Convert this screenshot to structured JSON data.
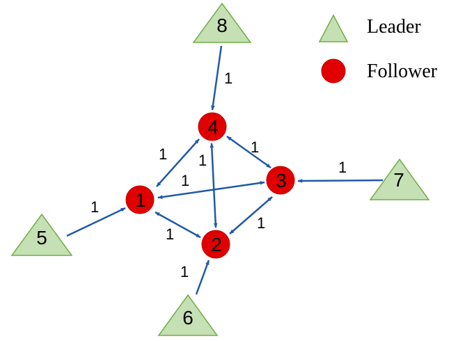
{
  "colors": {
    "leader_fill": "#c5e0b4",
    "leader_stroke": "#70ad47",
    "follower_fill": "#e00000",
    "follower_stroke": "#c00000",
    "edge": "#1f5aa6"
  },
  "legend": {
    "leader_label": "Leader",
    "follower_label": "Follower"
  },
  "nodes": {
    "n1": {
      "label": "1",
      "role": "follower"
    },
    "n2": {
      "label": "2",
      "role": "follower"
    },
    "n3": {
      "label": "3",
      "role": "follower"
    },
    "n4": {
      "label": "4",
      "role": "follower"
    },
    "n5": {
      "label": "5",
      "role": "leader"
    },
    "n6": {
      "label": "6",
      "role": "leader"
    },
    "n7": {
      "label": "7",
      "role": "leader"
    },
    "n8": {
      "label": "8",
      "role": "leader"
    }
  },
  "edges": [
    {
      "id": "e8-4",
      "from": "8",
      "to": "4",
      "direction": "directed",
      "weight": "1"
    },
    {
      "id": "e7-3",
      "from": "7",
      "to": "3",
      "direction": "directed",
      "weight": "1"
    },
    {
      "id": "e5-1",
      "from": "5",
      "to": "1",
      "direction": "directed",
      "weight": "1"
    },
    {
      "id": "e6-2",
      "from": "6",
      "to": "2",
      "direction": "directed",
      "weight": "1"
    },
    {
      "id": "e1-4",
      "from": "1",
      "to": "4",
      "direction": "bidirectional",
      "weight": "1"
    },
    {
      "id": "e4-3",
      "from": "4",
      "to": "3",
      "direction": "bidirectional",
      "weight": "1"
    },
    {
      "id": "e1-3",
      "from": "1",
      "to": "3",
      "direction": "bidirectional",
      "weight": "1"
    },
    {
      "id": "e4-2",
      "from": "4",
      "to": "2",
      "direction": "bidirectional",
      "weight": "1"
    },
    {
      "id": "e1-2",
      "from": "1",
      "to": "2",
      "direction": "bidirectional",
      "weight": "1"
    },
    {
      "id": "e2-3",
      "from": "2",
      "to": "3",
      "direction": "bidirectional",
      "weight": "1"
    }
  ]
}
